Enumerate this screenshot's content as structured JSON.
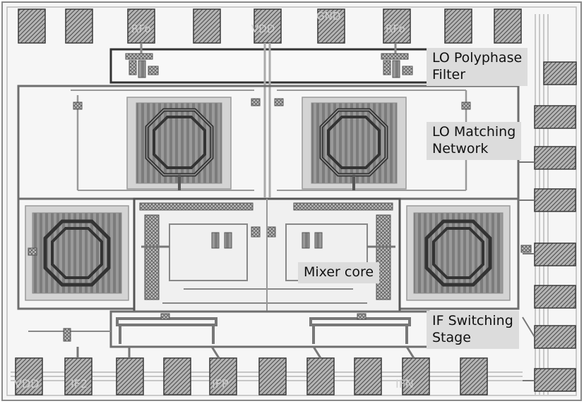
{
  "colors": {
    "background": "#ffffff",
    "die_fill": "#f4f4f4",
    "block_outline": "#777777",
    "pad_fill": "#a8a8a8",
    "pad_stroke": "#3a3a3a",
    "inductor_core": "#8a8a8a",
    "inductor_frame": "#d0d0d0",
    "trace": "#999999",
    "label_fill": "#dcdcdc",
    "label_text": "#111111"
  },
  "labels": {
    "lo_polyphase_filter": "LO Polyphase\nFilter",
    "lo_matching_network": "LO Matching\nNetwork",
    "mixer_core": "Mixer core",
    "if_switching_stage": "IF Switching\nStage"
  },
  "pad_marks": {
    "top_1": "RFo",
    "top_2": "VDD",
    "top_3": "GND",
    "top_4": "RFo",
    "bottom_1": "VDD",
    "bottom_2": "IF2",
    "bottom_3": "IFP",
    "bottom_4": "IFN"
  }
}
